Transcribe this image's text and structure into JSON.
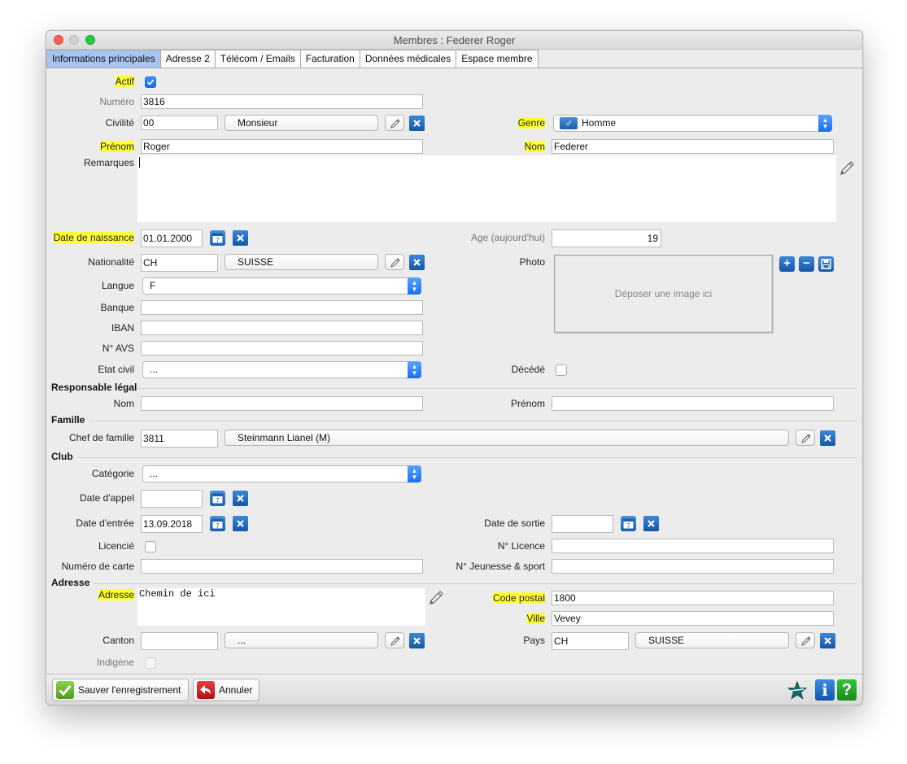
{
  "window": {
    "title": "Membres : Federer Roger"
  },
  "tabs": [
    {
      "label": "Informations principales",
      "active": true
    },
    {
      "label": "Adresse 2"
    },
    {
      "label": "Télécom / Emails"
    },
    {
      "label": "Facturation"
    },
    {
      "label": "Données médicales"
    },
    {
      "label": "Espace membre"
    }
  ],
  "form": {
    "actif": {
      "label": "Actif",
      "checked": true
    },
    "numero": {
      "label": "Numéro",
      "value": "3816"
    },
    "civilite": {
      "label": "Civilité",
      "code": "00",
      "text": "Monsieur"
    },
    "genre": {
      "label": "Genre",
      "value": "Homme",
      "symbol": "♂"
    },
    "prenom": {
      "label": "Prénom",
      "value": "Roger"
    },
    "nom": {
      "label": "Nom",
      "value": "Federer"
    },
    "remarques": {
      "label": "Remarques",
      "value": ""
    },
    "date_naissance": {
      "label": "Date de naissance",
      "value": "01.01.2000"
    },
    "age": {
      "label": "Age (aujourd'hui)",
      "value": "19"
    },
    "nationalite": {
      "label": "Nationalité",
      "code": "CH",
      "text": "SUISSE"
    },
    "photo": {
      "label": "Photo",
      "placeholder": "Déposer une image ici"
    },
    "langue": {
      "label": "Langue",
      "value": "F"
    },
    "banque": {
      "label": "Banque",
      "value": ""
    },
    "iban": {
      "label": "IBAN",
      "value": ""
    },
    "avs": {
      "label": "N° AVS",
      "value": ""
    },
    "etat_civil": {
      "label": "Etat civil",
      "value": "..."
    },
    "decede": {
      "label": "Décédé",
      "checked": false
    }
  },
  "responsable": {
    "title": "Responsable légal",
    "nom": {
      "label": "Nom",
      "value": ""
    },
    "prenom": {
      "label": "Prénom",
      "value": ""
    }
  },
  "famille": {
    "title": "Famille",
    "chef": {
      "label": "Chef de famille",
      "code": "3811",
      "text": "Steinmann Lianel (M)"
    }
  },
  "club": {
    "title": "Club",
    "categorie": {
      "label": "Catégorie",
      "value": "..."
    },
    "date_appel": {
      "label": "Date d'appel",
      "value": ""
    },
    "date_entree": {
      "label": "Date d'entrée",
      "value": "13.09.2018"
    },
    "date_sortie": {
      "label": "Date de sortie",
      "value": ""
    },
    "licencie": {
      "label": "Licencié",
      "checked": false
    },
    "no_licence": {
      "label": "N° Licence",
      "value": ""
    },
    "numero_carte": {
      "label": "Numéro de carte",
      "value": ""
    },
    "jeunesse_sport": {
      "label": "N° Jeunesse & sport",
      "value": ""
    }
  },
  "adresse": {
    "title": "Adresse",
    "adresse": {
      "label": "Adresse",
      "value": "Chemin de ici"
    },
    "code_postal": {
      "label": "Code postal",
      "value": "1800"
    },
    "ville": {
      "label": "Ville",
      "value": "Vevey"
    },
    "canton": {
      "label": "Canton",
      "code": "",
      "text": "..."
    },
    "pays": {
      "label": "Pays",
      "code": "CH",
      "text": "SUISSE"
    },
    "indigene": {
      "label": "Indigène",
      "checked": false
    }
  },
  "footer": {
    "save_label": "Sauver l'enregistrement",
    "cancel_label": "Annuler"
  },
  "colors": {
    "highlight": "#ffff33",
    "tab_active": "#a6c4ef",
    "accent": "#1a6ef0"
  }
}
